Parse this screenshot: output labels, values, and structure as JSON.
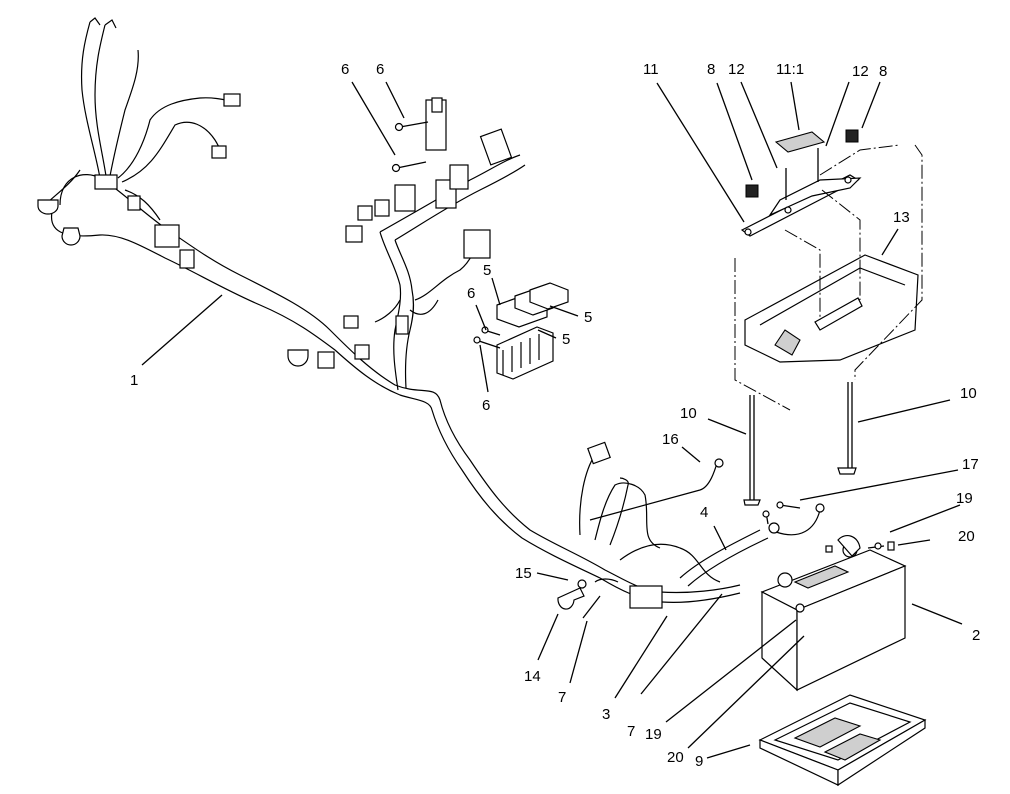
{
  "callouts": [
    {
      "id": "c1",
      "label": "1"
    },
    {
      "id": "c2",
      "label": "2"
    },
    {
      "id": "c3",
      "label": "3"
    },
    {
      "id": "c4",
      "label": "4"
    },
    {
      "id": "c5a",
      "label": "5"
    },
    {
      "id": "c5b",
      "label": "5"
    },
    {
      "id": "c5c",
      "label": "5"
    },
    {
      "id": "c6a",
      "label": "6"
    },
    {
      "id": "c6b",
      "label": "6"
    },
    {
      "id": "c6c",
      "label": "6"
    },
    {
      "id": "c6d",
      "label": "6"
    },
    {
      "id": "c7a",
      "label": "7"
    },
    {
      "id": "c7b",
      "label": "7"
    },
    {
      "id": "c8a",
      "label": "8"
    },
    {
      "id": "c8b",
      "label": "8"
    },
    {
      "id": "c9",
      "label": "9"
    },
    {
      "id": "c10a",
      "label": "10"
    },
    {
      "id": "c10b",
      "label": "10"
    },
    {
      "id": "c11",
      "label": "11"
    },
    {
      "id": "c11_1",
      "label": "11:1"
    },
    {
      "id": "c12a",
      "label": "12"
    },
    {
      "id": "c12b",
      "label": "12"
    },
    {
      "id": "c13",
      "label": "13"
    },
    {
      "id": "c14",
      "label": "14"
    },
    {
      "id": "c15",
      "label": "15"
    },
    {
      "id": "c16",
      "label": "16"
    },
    {
      "id": "c17",
      "label": "17"
    },
    {
      "id": "c19a",
      "label": "19"
    },
    {
      "id": "c19b",
      "label": "19"
    },
    {
      "id": "c20a",
      "label": "20"
    },
    {
      "id": "c20b",
      "label": "20"
    }
  ]
}
